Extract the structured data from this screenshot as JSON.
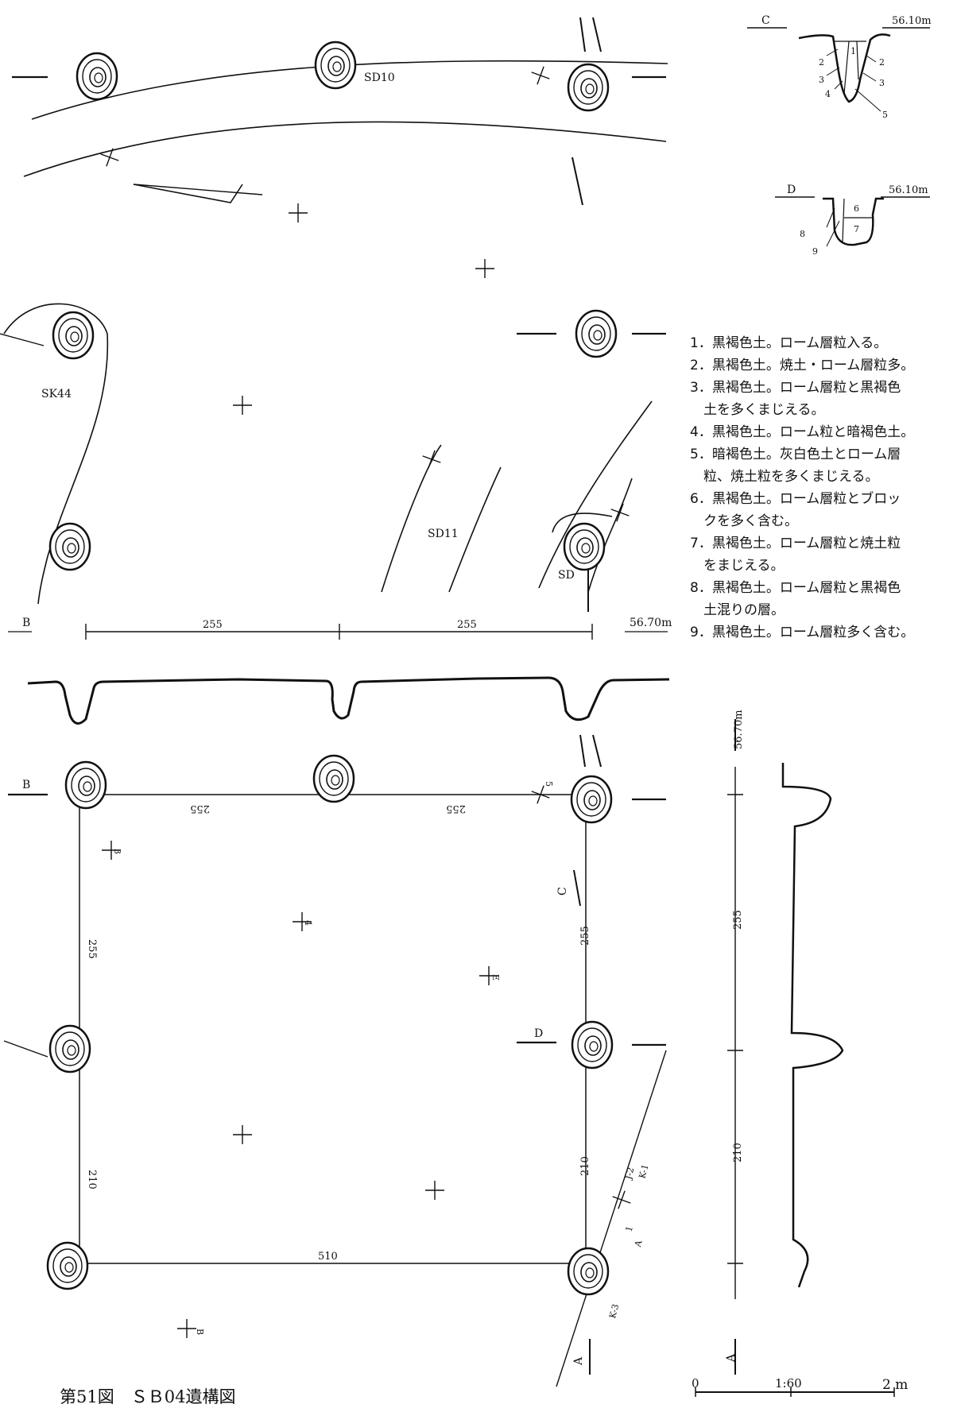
{
  "figure_caption": "第51図　ＳＢ04遺構図",
  "plan_top": {
    "ditches": {
      "sd10": "SD10",
      "sd11": "SD11",
      "sd": "SD"
    },
    "pit_sk44": "SK44",
    "section_b": {
      "label": "B",
      "elevation": "56.70m",
      "span_left": "255",
      "span_right": "255"
    }
  },
  "plan_bottom": {
    "section_b": "B",
    "section_a": "A",
    "section_c": "C",
    "section_d": "D",
    "dims": {
      "top_left": "255",
      "top_right": "255",
      "left_upper": "255",
      "left_lower": "210",
      "right_upper": "255",
      "right_lower": "210",
      "bottom": "510"
    },
    "grid_markers": {
      "m3": "3",
      "m4": "4",
      "m5": "5",
      "mE": "E",
      "mB": "B",
      "j2": "J-2",
      "k1": "K-1",
      "a1": "1",
      "aA": "A",
      "k3": "K-3"
    }
  },
  "section_c": {
    "label": "C",
    "elevation": "56.10m",
    "layers": [
      "1",
      "2",
      "2",
      "3",
      "3",
      "4",
      "5"
    ]
  },
  "section_d": {
    "label": "D",
    "elevation": "56.10m",
    "layers": [
      "6",
      "7",
      "8",
      "9"
    ]
  },
  "section_a": {
    "label": "A",
    "elevation": "56.70m",
    "upper": "255",
    "lower": "210"
  },
  "scale": {
    "zero": "0",
    "ratio": "1:60",
    "end": "2 m"
  },
  "legend": [
    "1．黒褐色土。ローム層粒入る。",
    "2．黒褐色土。焼土・ローム層粒多。",
    "3．黒褐色土。ローム層粒と黒褐色",
    "　土を多くまじえる。",
    "4．黒褐色土。ローム粒と暗褐色土。",
    "5．暗褐色土。灰白色土とローム層",
    "　粒、焼土粒を多くまじえる。",
    "6．黒褐色土。ローム層粒とブロッ",
    "　クを多く含む。",
    "7．黒褐色土。ローム層粒と焼土粒",
    "　をまじえる。",
    "8．黒褐色土。ローム層粒と黒褐色",
    "　土混りの層。",
    "9．黒褐色土。ローム層粒多く含む。"
  ]
}
